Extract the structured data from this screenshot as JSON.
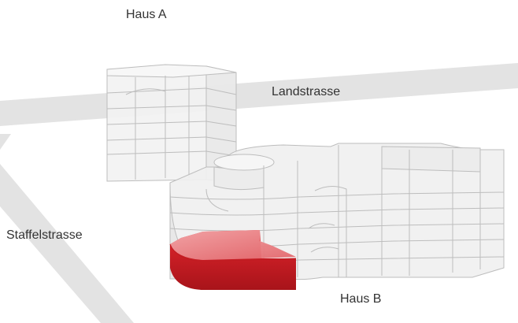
{
  "labels": {
    "haus_a": "Haus A",
    "landstrasse": "Landstrasse",
    "staffelstrasse": "Staffelstrasse",
    "haus_b": "Haus B"
  },
  "colors": {
    "road": "#e3e3e3",
    "building_face": "#eeeeee",
    "building_edge": "#bdbdbd",
    "highlight": "#d8232a",
    "highlight_top": "#ec8a8d"
  }
}
